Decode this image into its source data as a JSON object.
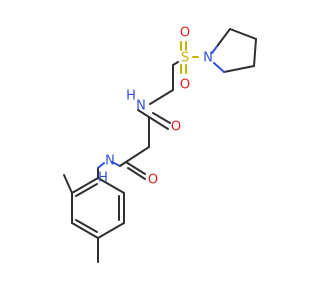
{
  "molecule": {
    "atoms": {
      "amide_n_aryl": {
        "symbol": "N",
        "h": "H",
        "color": "#3050d8"
      },
      "amide_o_lower": {
        "symbol": "O",
        "color": "#e02020"
      },
      "amide_o_upper": {
        "symbol": "O",
        "color": "#e02020"
      },
      "amide_n_ethyl": {
        "symbol": "N",
        "h": "H",
        "color": "#3050d8"
      },
      "sulfur": {
        "symbol": "S",
        "color": "#c8b400"
      },
      "sulfonyl_o_top": {
        "symbol": "O",
        "color": "#e02020"
      },
      "sulfonyl_o_bottom": {
        "symbol": "O",
        "color": "#e02020"
      },
      "pyrrolidine_n": {
        "symbol": "N",
        "color": "#3050d8"
      }
    }
  }
}
